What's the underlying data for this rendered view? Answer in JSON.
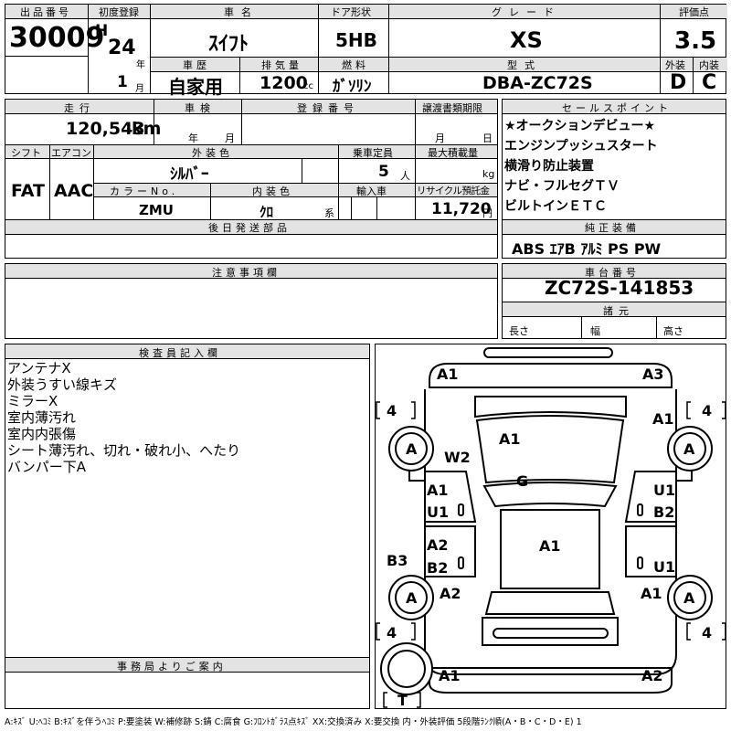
{
  "header": {
    "lot_label": "出品番号",
    "lot_number": "30009",
    "first_reg_label": "初度登録",
    "era": "H",
    "reg_year": "24",
    "year_unit": "年",
    "reg_month": "1",
    "month_unit": "月",
    "car_name_label": "車名",
    "car_name": "ｽｲﾌﾄ",
    "door_label": "ドア形状",
    "door": "5HB",
    "grade_label": "グレード",
    "grade": "XS",
    "score_label": "評価点",
    "score": "3.5",
    "history_label": "車歴",
    "history": "自家用",
    "displacement_label": "排気量",
    "displacement": "1200",
    "displacement_unit": "cc",
    "fuel_label": "燃料",
    "fuel": "ｶﾞｿﾘﾝ",
    "model_label": "型式",
    "model": "DBA-ZC72S",
    "exterior_label": "外装",
    "exterior_grade": "D",
    "interior_label": "内装",
    "interior_grade": "C"
  },
  "row2": {
    "mileage_label": "走行",
    "mileage": "120,543",
    "mileage_unit": "km",
    "inspection_label": "車検",
    "insp_year_unit": "年",
    "insp_month_unit": "月",
    "reg_no_label": "登録番号",
    "transfer_label": "譲渡書類期限",
    "transfer_month_unit": "月",
    "transfer_day_unit": "日",
    "shift_label": "シフト",
    "shift": "FAT",
    "ac_label": "エアコン",
    "ac": "AAC",
    "ext_color_label": "外装色",
    "ext_color": "ｼﾙﾊﾞｰ",
    "capacity_label": "乗車定員",
    "capacity": "5",
    "capacity_unit": "人",
    "max_load_label": "最大積載量",
    "max_load_unit": "kg",
    "color_no_label": "カラーNo.",
    "color_no": "ZMU",
    "int_color_label": "内装色",
    "int_color": "ｸﾛ",
    "int_color_unit": "系",
    "import_label": "輸入車",
    "recycle_label": "リサイクル預託金",
    "recycle": "11,720",
    "recycle_unit": "円",
    "later_parts_label": "後日発送部品"
  },
  "sales": {
    "label": "セールスポイント",
    "points": [
      "★オークションデビュー★",
      "エンジンプッシュスタート",
      "横滑り防止装置",
      "ナビ・フルセグＴＶ",
      "ビルトインＥＴＣ"
    ]
  },
  "equipment": {
    "label": "純正装備",
    "value": "ABS ｴｱB ｱﾙﾐ PS PW"
  },
  "caution": {
    "label": "注意事項欄"
  },
  "chassis": {
    "label": "車台番号",
    "value": "ZC72S-141853",
    "specs_label": "諸元",
    "length_label": "長さ",
    "width_label": "幅",
    "height_label": "高さ"
  },
  "inspector": {
    "label": "検査員記入欄",
    "lines": [
      "アンテナX",
      "外装うすい線キズ",
      "ミラーX",
      "室内薄汚れ",
      "室内内張傷",
      "シート薄汚れ、切れ・破れ小、へたり",
      "バンパー下A"
    ]
  },
  "office": {
    "label": "事務局よりご案内"
  },
  "diagram": {
    "codes": {
      "front_left_corner": "A1",
      "front_right_corner": "A3",
      "tire_fl": "4",
      "tire_fr": "4",
      "tire_rl": "4",
      "tire_rr": "4",
      "wheel_fl": "A",
      "wheel_fr": "A",
      "wheel_rl": "A",
      "wheel_rr": "A",
      "windshield_left": "W2",
      "hood": "A1",
      "right_fender": "A1",
      "roof": "G",
      "left_front_door_1": "A1",
      "left_front_door_2": "U1",
      "right_front_door_1": "U1",
      "right_front_door_2": "B2",
      "left_rear_door_1": "A2",
      "left_rear_door_2": "B2",
      "left_quarter": "B3",
      "trunk": "A1",
      "right_rear_door": "U1",
      "left_rear_fender": "A2",
      "right_rear_fender": "A1",
      "rear_left_corner": "A1",
      "rear_right_corner": "A2",
      "spare_tire": "T"
    }
  },
  "footer": {
    "legend": "A:ｷｽﾞ U:ﾍｺﾐ B:ｷｽﾞを伴うﾍｺﾐ P:要塗装 W:補修跡 S:錆 C:腐食 G:ﾌﾛﾝﾄｶﾞﾗｽ点ｷｽﾞ XX:交換済み X:要交換 内・外装評価 5段階ﾗﾝｸ順(A・B・C・D・E) 1"
  }
}
